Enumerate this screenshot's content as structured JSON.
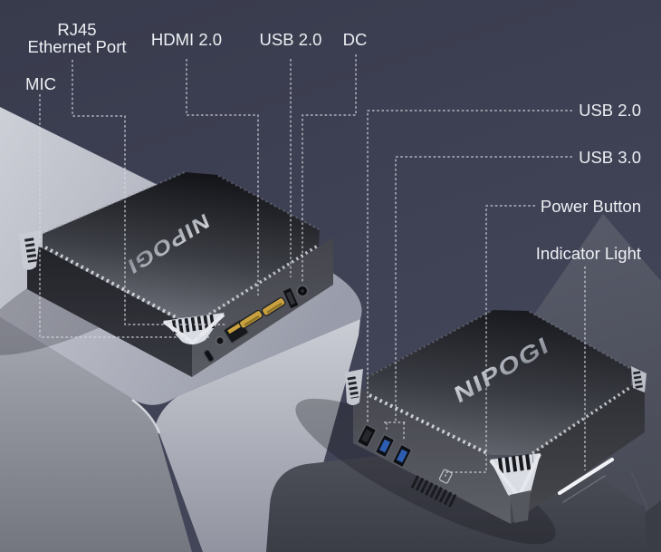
{
  "annotations": {
    "left": [
      {
        "id": "mic",
        "label": "MIC"
      },
      {
        "id": "rj45",
        "line1": "RJ45",
        "line2": "Ethernet Port"
      },
      {
        "id": "hdmi",
        "label": "HDMI 2.0"
      },
      {
        "id": "usb2",
        "label": "USB 2.0"
      },
      {
        "id": "dc",
        "label": "DC"
      }
    ],
    "right": [
      {
        "id": "usb2",
        "label": "USB 2.0"
      },
      {
        "id": "usb3",
        "label": "USB 3.0"
      },
      {
        "id": "power",
        "label": "Power Button"
      },
      {
        "id": "indicator",
        "label": "Indicator Light"
      }
    ]
  },
  "devices": [
    {
      "id": "mini-pc-back-view",
      "brand": "NIPOGI"
    },
    {
      "id": "mini-pc-front-view",
      "brand": "NIPOGI"
    }
  ],
  "colors": {
    "background": "#3c3f51",
    "label_text": "#edeff3",
    "leader_line": "#d7d9e0",
    "pedestal_light": "#b7b9c2",
    "pedestal_dark": "#44464e",
    "usb3_blue": "#2d5db0",
    "hdmi_gold": "#c9a23f",
    "indicator_white": "#f2f3f6"
  }
}
